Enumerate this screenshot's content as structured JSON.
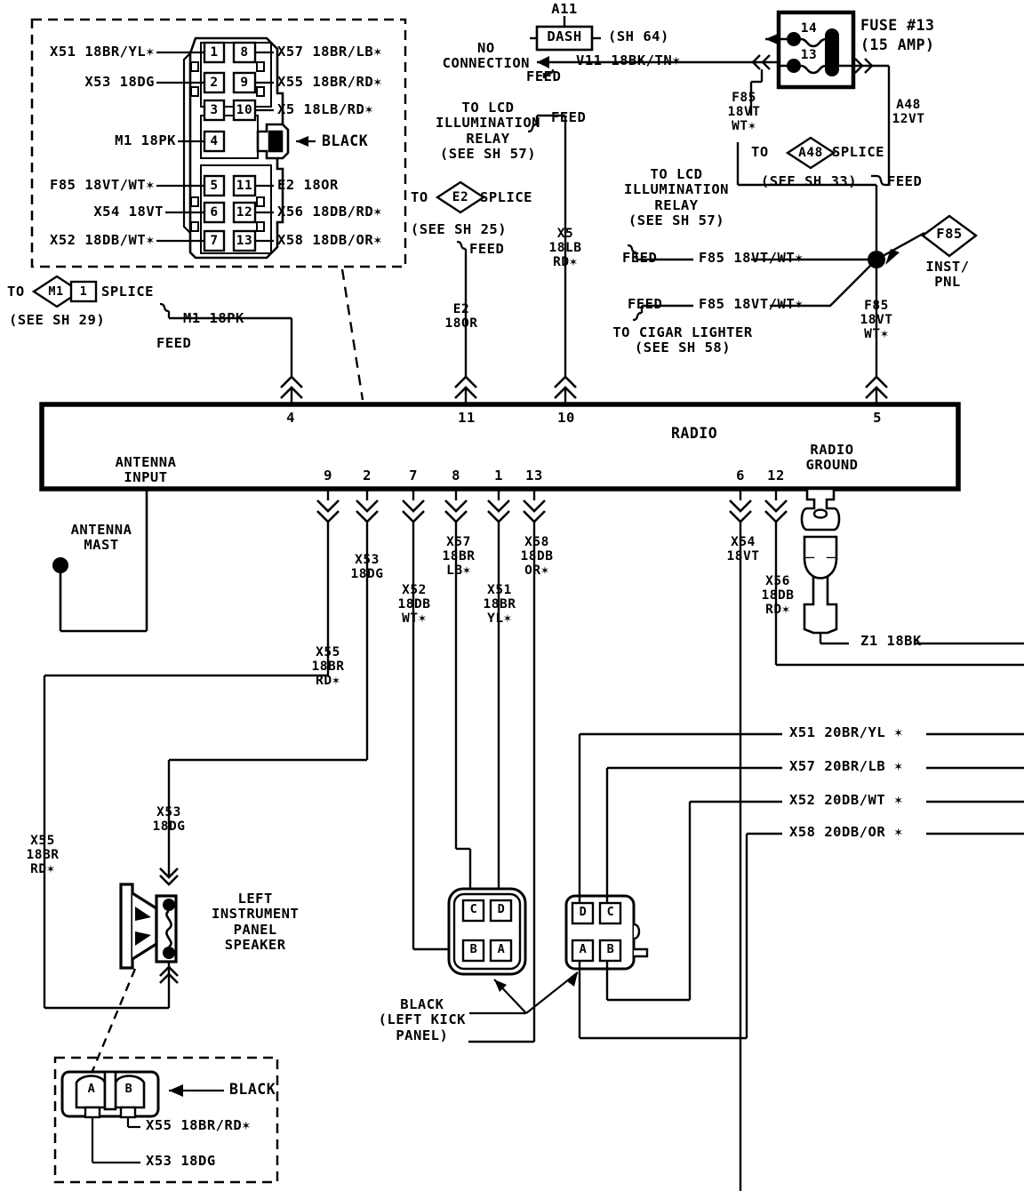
{
  "diagram": {
    "title": "Radio Wiring Diagram",
    "type": "automotive-wiring-schematic"
  },
  "connector_detail": {
    "caption_black": "BLACK",
    "pins": [
      {
        "num": "1",
        "label": "X51 18BR/YL✶",
        "side": "left"
      },
      {
        "num": "2",
        "label": "X53 18DG",
        "side": "left"
      },
      {
        "num": "3",
        "label": "",
        "side": "left"
      },
      {
        "num": "4",
        "label": "M1 18PK",
        "side": "left"
      },
      {
        "num": "5",
        "label": "F85 18VT/WT✶",
        "side": "left"
      },
      {
        "num": "6",
        "label": "X54 18VT",
        "side": "left"
      },
      {
        "num": "7",
        "label": "X52 18DB/WT✶",
        "side": "left"
      },
      {
        "num": "8",
        "label": "X57 18BR/LB✶",
        "side": "right"
      },
      {
        "num": "9",
        "label": "X55 18BR/RD✶",
        "side": "right"
      },
      {
        "num": "10",
        "label": "X5 18LB/RD✶",
        "side": "right"
      },
      {
        "num": "11",
        "label": "E2 18OR",
        "side": "right"
      },
      {
        "num": "12",
        "label": "X56 18DB/RD✶",
        "side": "right"
      },
      {
        "num": "13",
        "label": "X58 18DB/OR✶",
        "side": "right"
      }
    ]
  },
  "top_circuits": {
    "a11_tag": "A11",
    "dash_box": "DASH",
    "dash_sheet": "(SH 64)",
    "no_connection": "NO\nCONNECTION",
    "feed_dash": "FEED",
    "v11_wire": "V11 18BK/TN✶",
    "fuse": {
      "title": "FUSE #13",
      "amp": "(15 AMP)",
      "pin_top": "14",
      "pin_bottom": "13"
    },
    "f85_fuse_wire": "F85\n18VT\nWT✶",
    "a48_wire": "A48\n12VT",
    "a48_splice_to": "TO",
    "a48_splice_id": "A48",
    "a48_splice_word": "SPLICE",
    "a48_splice_sheet": "(SEE SH 33)",
    "a48_feed": "FEED"
  },
  "lcd_relay_left": {
    "text": "TO LCD\nILLUMINATION\nRELAY\n(SEE SH 57)",
    "feed": "FEED"
  },
  "lcd_relay_right": {
    "text": "TO LCD\nILLUMINATION\nRELAY\n(SEE SH 57)",
    "feed": "FEED",
    "wire": "F85 18VT/WT✶"
  },
  "cigar_lighter": {
    "feed": "FEED",
    "wire": "F85 18VT/WT✶",
    "text": "TO CIGAR LIGHTER\n(SEE SH 58)"
  },
  "f85_node": {
    "diamond": "F85",
    "sub": "INST/\nPNL",
    "wire": "F85\n18VT\nWT✶"
  },
  "e2_splice": {
    "to": "TO",
    "id": "E2",
    "word": "SPLICE",
    "sheet": "(SEE SH 25)",
    "feed": "FEED",
    "wire": "E2\n18OR"
  },
  "x5_wire": "X5\n18LB\nRD✶",
  "m1_splice": {
    "to": "TO",
    "id": "M1",
    "pin": "1",
    "word": "SPLICE",
    "sheet": "(SEE SH 29)",
    "feed": "FEED",
    "wire": "M1 18PK"
  },
  "radio": {
    "label": "RADIO",
    "antenna_input": "ANTENNA\nINPUT",
    "radio_ground": "RADIO\nGROUND",
    "top_pins": [
      "4",
      "11",
      "10",
      "5"
    ],
    "bottom_pins_left": [
      "9",
      "2",
      "7",
      "8",
      "1",
      "13"
    ],
    "bottom_pins_right": [
      "6",
      "12"
    ]
  },
  "antenna_mast": "ANTENNA\nMAST",
  "radio_wires": {
    "x55": "X55\n18BR\nRD✶",
    "x53": "X53\n18DG",
    "x52": "X52\n18DB\nWT✶",
    "x57": "X57\n18BR\nLB✶",
    "x51": "X51\n18BR\nYL✶",
    "x58": "X58\n18DB\nOR✶",
    "x54": "X54\n18VT",
    "x56": "X56\n18DB\nRD✶",
    "z1": "Z1 18BK"
  },
  "speaker": {
    "title": "LEFT\nINSTRUMENT\nPANEL\nSPEAKER",
    "wire_x55": "X55\n18BR\nRD✶",
    "wire_x53": "X53\n18DG"
  },
  "kick_panel": {
    "label": "BLACK\n(LEFT KICK\nPANEL)",
    "connector_left_pins": [
      [
        "C",
        "D"
      ],
      [
        "B",
        "A"
      ]
    ],
    "connector_right_pins": [
      [
        "D",
        "C"
      ],
      [
        "A",
        "B"
      ]
    ]
  },
  "right_wires": [
    "X51 20BR/YL ✶",
    "X57 20BR/LB ✶",
    "X52 20DB/WT ✶",
    "X58 20DB/OR ✶"
  ],
  "bottom_detail": {
    "black": "BLACK",
    "pin_a": "A",
    "pin_b": "B",
    "wire_b": "X55 18BR/RD✶",
    "wire_a": "X53 18DG"
  },
  "colors": {
    "ink": "#000000",
    "paper": "#ffffff"
  }
}
